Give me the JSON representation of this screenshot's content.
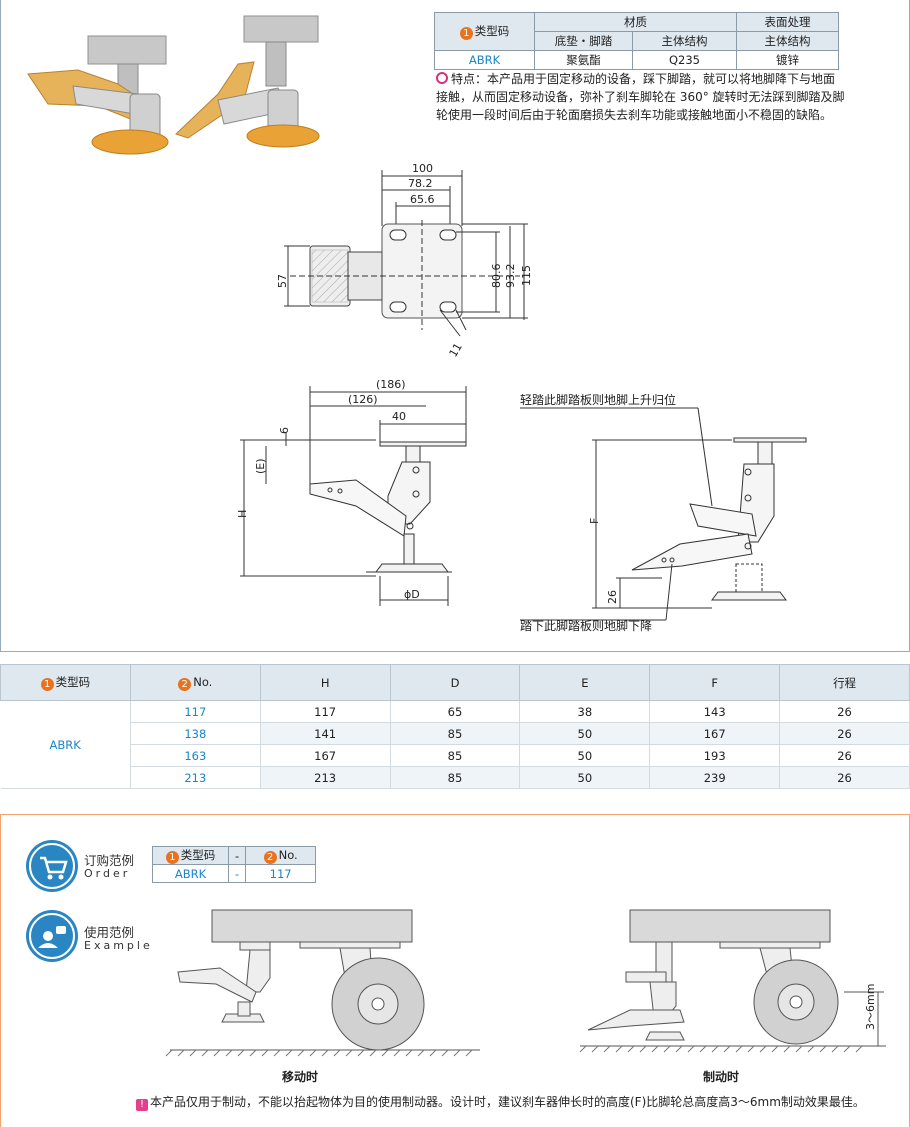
{
  "material_table": {
    "col_model": "类型码",
    "col_material": "材质",
    "col_surface": "表面处理",
    "sub_pad": "底垫・脚踏",
    "sub_body": "主体结构",
    "sub_body2": "主体结构",
    "model": "ABRK",
    "pad_mat": "聚氨酯",
    "body_mat": "Q235",
    "surface": "镀锌"
  },
  "feature": {
    "text": "特点：本产品用于固定移动的设备，踩下脚踏，就可以将地脚降下与地面接触，从而固定移动设备，弥补了刹车脚轮在 360° 旋转时无法踩到脚踏及脚轮使用一段时间后由于轮面磨损失去刹车功能或接触地面小不稳固的缺陷。"
  },
  "dims_top": {
    "d100": "100",
    "d78": "78.2",
    "d65": "65.6",
    "d57": "57",
    "d80": "80.6",
    "d93": "93.2",
    "d115": "115",
    "d11": "11"
  },
  "dims_side": {
    "d186": "(186)",
    "d126": "(126)",
    "d40": "40",
    "d6": "6",
    "dE": "(E)",
    "dH": "H",
    "dD": "ϕD",
    "dF": "F",
    "d26": "26"
  },
  "callouts": {
    "up": "轻踏此脚踏板则地脚上升归位",
    "down": "踏下此脚踏板则地脚下降"
  },
  "spec_table": {
    "headers": [
      "类型码",
      "No.",
      "H",
      "D",
      "E",
      "F",
      "行程"
    ],
    "model": "ABRK",
    "rows": [
      [
        "117",
        "117",
        "65",
        "38",
        "143",
        "26"
      ],
      [
        "138",
        "141",
        "85",
        "50",
        "167",
        "26"
      ],
      [
        "163",
        "167",
        "85",
        "50",
        "193",
        "26"
      ],
      [
        "213",
        "213",
        "85",
        "50",
        "239",
        "26"
      ]
    ]
  },
  "order": {
    "title_cn": "订购范例",
    "title_en": "Order",
    "col_model": "类型码",
    "dash": "-",
    "col_no": "No.",
    "val_model": "ABRK",
    "val_dash": "-",
    "val_no": "117"
  },
  "example": {
    "title_cn": "使用范例",
    "title_en": "Example",
    "cap_moving": "移动时",
    "cap_braking": "制动时",
    "gap_label": "3～6mm"
  },
  "note": {
    "text": "本产品仅用于制动，不能以抬起物体为目的使用制动器。设计时，建议刹车器伸长时的高度(F)比脚轮总高度高3～6mm制动效果最佳。"
  }
}
